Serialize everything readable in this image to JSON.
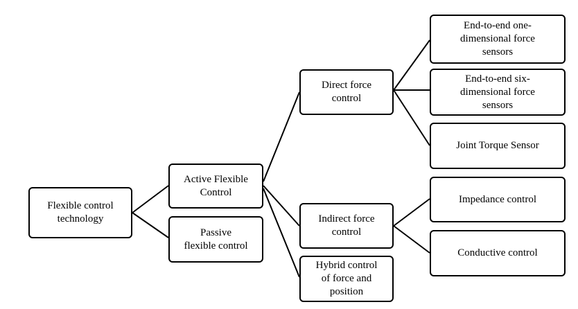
{
  "nodes": {
    "root": "Flexible control\ntechnology",
    "active": "Active Flexible\nControl",
    "passive": "Passive\nflexible control",
    "direct": "Direct force\ncontrol",
    "indirect": "Indirect force\ncontrol",
    "hybrid": "Hybrid control\nof force and\nposition",
    "sensor_1d": "End-to-end one-\ndimensional force\nsensors",
    "sensor_6d": "End-to-end six-\ndimensional force\nsensors",
    "joint_torque": "Joint Torque Sensor",
    "impedance": "Impedance control",
    "conductive": "Conductive control"
  },
  "colors": {
    "stroke": "#000000",
    "fill": "#ffffff",
    "text": "#000000"
  }
}
